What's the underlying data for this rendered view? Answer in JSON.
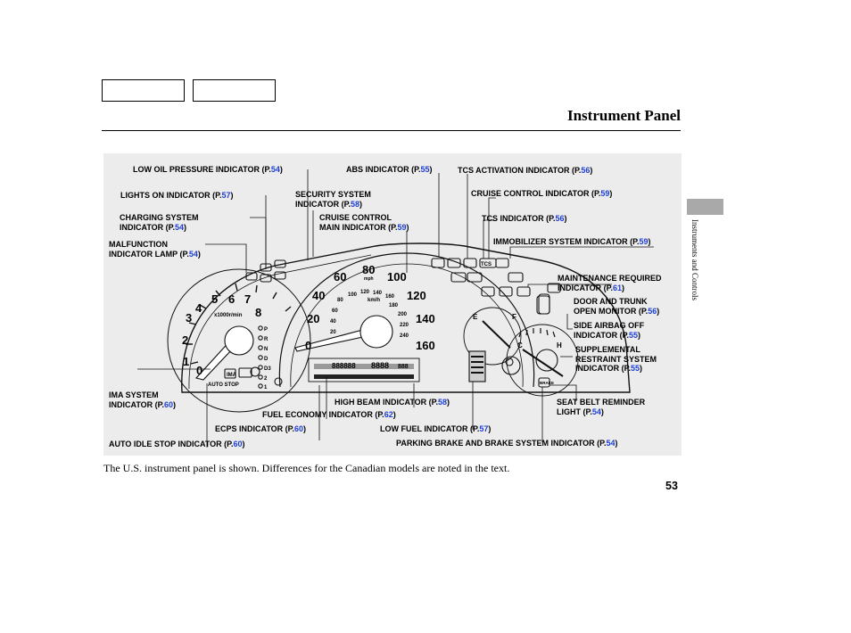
{
  "header": {
    "title": "Instrument Panel",
    "nav_tabs": [
      "",
      ""
    ]
  },
  "side_tab": {
    "label": "Instruments and Controls"
  },
  "callouts": {
    "low_oil": {
      "text": "LOW OIL PRESSURE INDICATOR (P.",
      "page": "54",
      "close": ")"
    },
    "abs": {
      "text": "ABS INDICATOR (P.",
      "page": "55",
      "close": ")"
    },
    "tcs_activation": {
      "text": "TCS ACTIVATION INDICATOR (P.",
      "page": "56",
      "close": ")"
    },
    "lights_on": {
      "text": "LIGHTS ON INDICATOR (P.",
      "page": "57",
      "close": ")"
    },
    "security": {
      "line1": "SECURITY SYSTEM",
      "text": "INDICATOR  (P.",
      "page": "58",
      "close": ")"
    },
    "cruise_control": {
      "text": "CRUISE CONTROL INDICATOR (P.",
      "page": "59",
      "close": ")"
    },
    "charging": {
      "line1": "CHARGING SYSTEM",
      "text": "INDICATOR (P.",
      "page": "54",
      "close": ")"
    },
    "cruise_main": {
      "line1": "CRUISE CONTROL",
      "text": "MAIN INDICATOR (P.",
      "page": "59",
      "close": ")"
    },
    "tcs": {
      "text": "TCS INDICATOR  (P.",
      "page": "56",
      "close": ")"
    },
    "malfunction": {
      "line1": "MALFUNCTION",
      "text": "INDICATOR LAMP (P.",
      "page": "54",
      "close": ")"
    },
    "immobilizer": {
      "text": "IMMOBILIZER SYSTEM INDICATOR (P.",
      "page": "59",
      "close": ")"
    },
    "maintenance": {
      "line1": "MAINTENANCE REQUIRED",
      "text": "INDICATOR (P.",
      "page": "61",
      "close": ")"
    },
    "door_trunk": {
      "line1": "DOOR AND TRUNK",
      "text": "OPEN MONITOR (P.",
      "page": "56",
      "close": ")"
    },
    "side_airbag": {
      "line1": "SIDE AIRBAG OFF",
      "text": "INDICATOR (P.",
      "page": "55",
      "close": ")"
    },
    "srs": {
      "line1": "SUPPLEMENTAL",
      "line2": "RESTRAINT SYSTEM",
      "text": "INDICATOR (P.",
      "page": "55",
      "close": ")"
    },
    "ima": {
      "line1": "IMA SYSTEM",
      "text": "INDICATOR (P.",
      "page": "60",
      "close": ")"
    },
    "high_beam": {
      "text": "HIGH BEAM INDICATOR (P.",
      "page": "58",
      "close": ")"
    },
    "seat_belt": {
      "line1": "SEAT BELT REMINDER",
      "text": "LIGHT   (P.",
      "page": "54",
      "close": ")"
    },
    "fuel_economy": {
      "text": "FUEL ECONOMY INDICATOR (P.",
      "page": "62",
      "close": ")"
    },
    "ecps": {
      "text": "ECPS INDICATOR  (P.",
      "page": "60",
      "close": ")"
    },
    "low_fuel": {
      "text": "LOW FUEL INDICATOR (P.",
      "page": "57",
      "close": ")"
    },
    "auto_idle": {
      "text": "AUTO IDLE STOP INDICATOR (P.",
      "page": "60",
      "close": ")"
    },
    "parking_brake": {
      "text": "PARKING BRAKE AND BRAKE SYSTEM INDICATOR (P.",
      "page": "54",
      "close": ")"
    }
  },
  "cluster": {
    "tach_numbers": [
      "1",
      "2",
      "3",
      "4",
      "5",
      "6",
      "7",
      "8"
    ],
    "tach_zero": "0",
    "tach_unit": "x1000r/min",
    "speed_numbers": [
      "20",
      "40",
      "60",
      "80",
      "100",
      "120",
      "140",
      "160"
    ],
    "speed_zero": "0",
    "speed_unit": "mph",
    "inner_numbers": [
      "100",
      "120",
      "140",
      "160",
      "180",
      "200",
      "220",
      "240",
      "80",
      "60",
      "40",
      "20"
    ],
    "inner_unit": "km/h",
    "gears": [
      "P",
      "R",
      "N",
      "D",
      "D3",
      "2",
      "1"
    ],
    "ima_badge": "IMA",
    "auto_stop_badge": "AUTO STOP",
    "tcs_badge": "TCS",
    "brake_badge": "BRAKE",
    "fuel_full": "F",
    "fuel_empty": "E",
    "temp_hot": "H",
    "temp_cold": "C",
    "odometer": "888888",
    "trip": "8888",
    "trip_small": "888"
  },
  "caption": "The U.S. instrument panel is shown. Differences for the Canadian models are noted in the text.",
  "page_number": "53"
}
